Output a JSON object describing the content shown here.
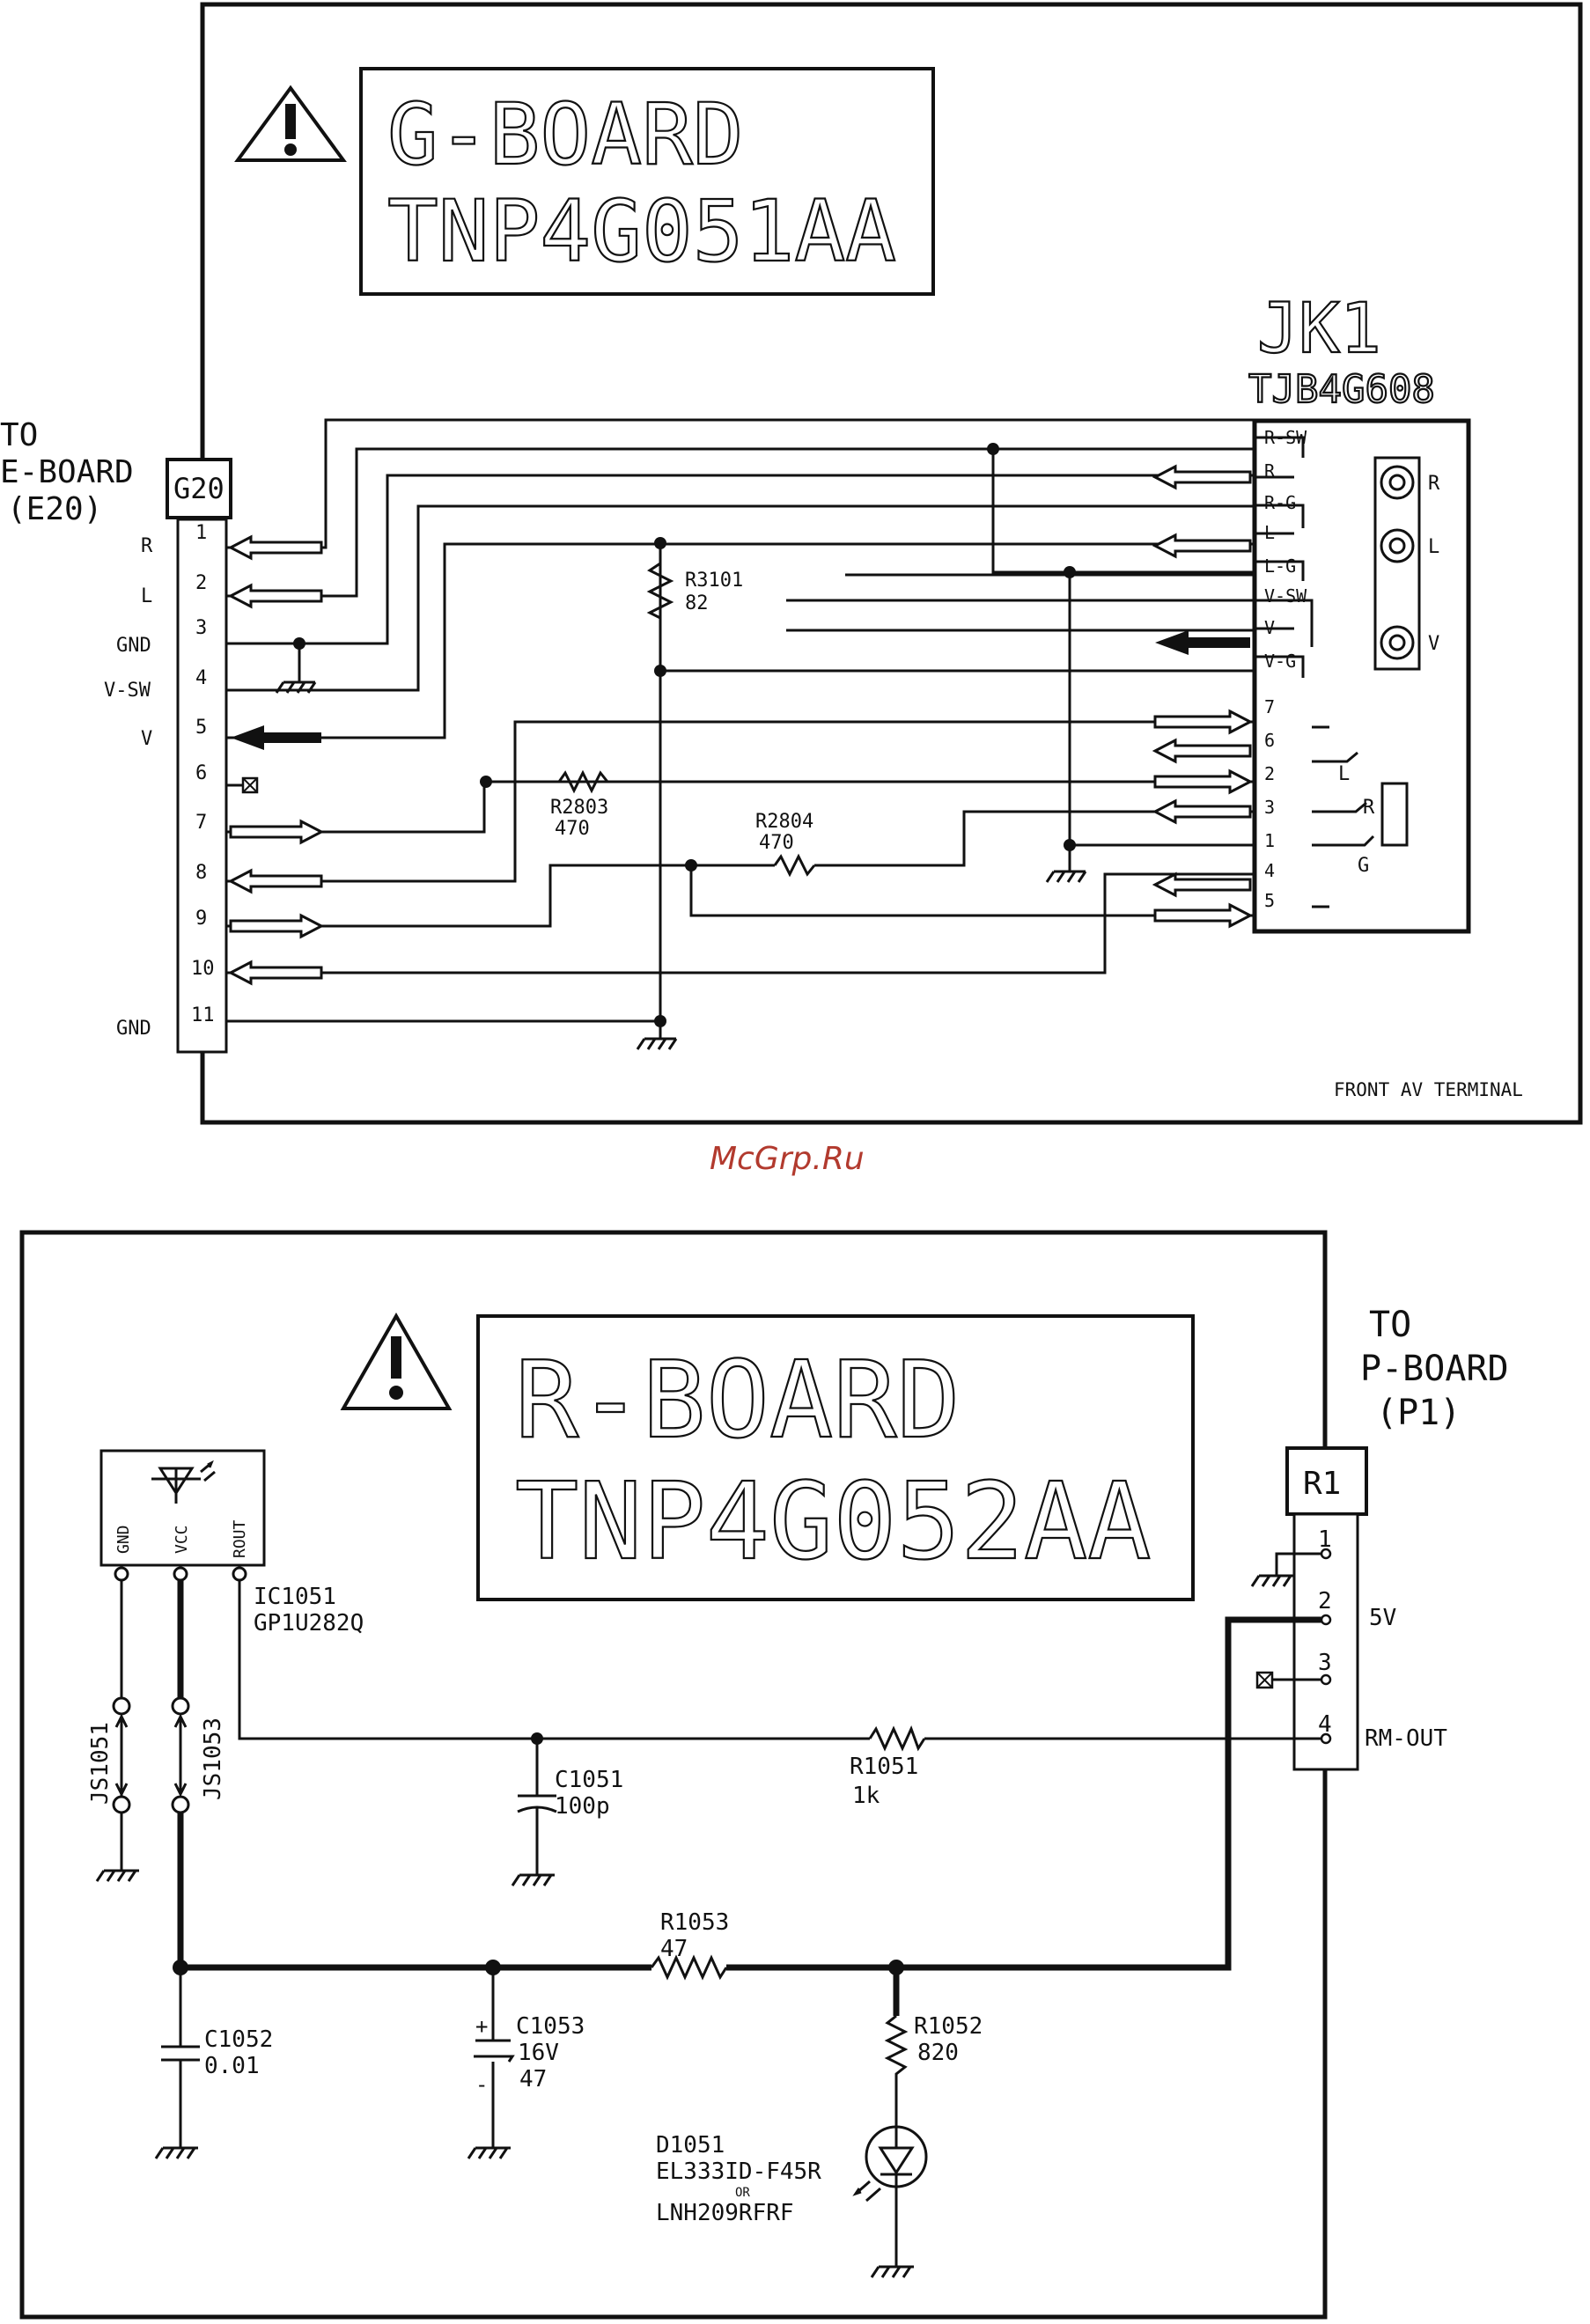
{
  "g_board": {
    "title_line1": "G-BOARD",
    "title_line2": "TNP4G051AA",
    "to_label": {
      "line1": "TO",
      "line2": "E-BOARD",
      "line3": "(E20)"
    },
    "connector_name": "G20",
    "pins": [
      {
        "num": "1",
        "label": "R"
      },
      {
        "num": "2",
        "label": "L"
      },
      {
        "num": "3",
        "label": "GND"
      },
      {
        "num": "4",
        "label": "V-SW"
      },
      {
        "num": "5",
        "label": "V"
      },
      {
        "num": "6",
        "label": ""
      },
      {
        "num": "7",
        "label": ""
      },
      {
        "num": "8",
        "label": ""
      },
      {
        "num": "9",
        "label": ""
      },
      {
        "num": "10",
        "label": ""
      },
      {
        "num": "11",
        "label": "GND"
      }
    ],
    "jack": {
      "name": "JK1",
      "part": "TJB4G608"
    },
    "jack_pins": [
      "R-SW",
      "R",
      "R-G",
      "L",
      "L-G",
      "V-SW",
      "V",
      "V-G",
      "7",
      "6",
      "2",
      "3",
      "1",
      "4",
      "5"
    ],
    "jack_rca_labels": [
      "R",
      "L",
      "V"
    ],
    "jack_side_labels": [
      "L",
      "R",
      "G"
    ],
    "components": {
      "r3101": {
        "ref": "R3101",
        "value": "82"
      },
      "r2803": {
        "ref": "R2803",
        "value": "470"
      },
      "r2804": {
        "ref": "R2804",
        "value": "470"
      }
    },
    "footer": "FRONT AV TERMINAL"
  },
  "watermark": "McGrp.Ru",
  "r_board": {
    "title_line1": "R-BOARD",
    "title_line2": "TNP4G052AA",
    "to_label": {
      "line1": "TO",
      "line2": "P-BOARD",
      "line3": "(P1)"
    },
    "connector_name": "R1",
    "pins": [
      {
        "num": "1",
        "label": ""
      },
      {
        "num": "2",
        "label": "5V"
      },
      {
        "num": "3",
        "label": ""
      },
      {
        "num": "4",
        "label": "RM-OUT"
      }
    ],
    "ic": {
      "ref": "IC1051",
      "part": "GP1U282Q",
      "pin_gnd": "GND",
      "pin_vcc": "VCC",
      "pin_rout": "ROUT"
    },
    "jumpers": {
      "js1051": "JS1051",
      "js1053": "JS1053"
    },
    "components": {
      "c1051": {
        "ref": "C1051",
        "value": "100p"
      },
      "r1051": {
        "ref": "R1051",
        "value": "1k"
      },
      "r1053": {
        "ref": "R1053",
        "value": "47"
      },
      "c1052": {
        "ref": "C1052",
        "value": "0.01"
      },
      "c1053": {
        "ref": "C1053",
        "rating": "16V",
        "value": "47",
        "plus": "+",
        "minus": "-"
      },
      "r1052": {
        "ref": "R1052",
        "value": "820"
      }
    },
    "diode": {
      "ref": "D1051",
      "part1": "EL333ID-F45R",
      "or": "OR",
      "part2": "LNH209RFRF"
    }
  }
}
